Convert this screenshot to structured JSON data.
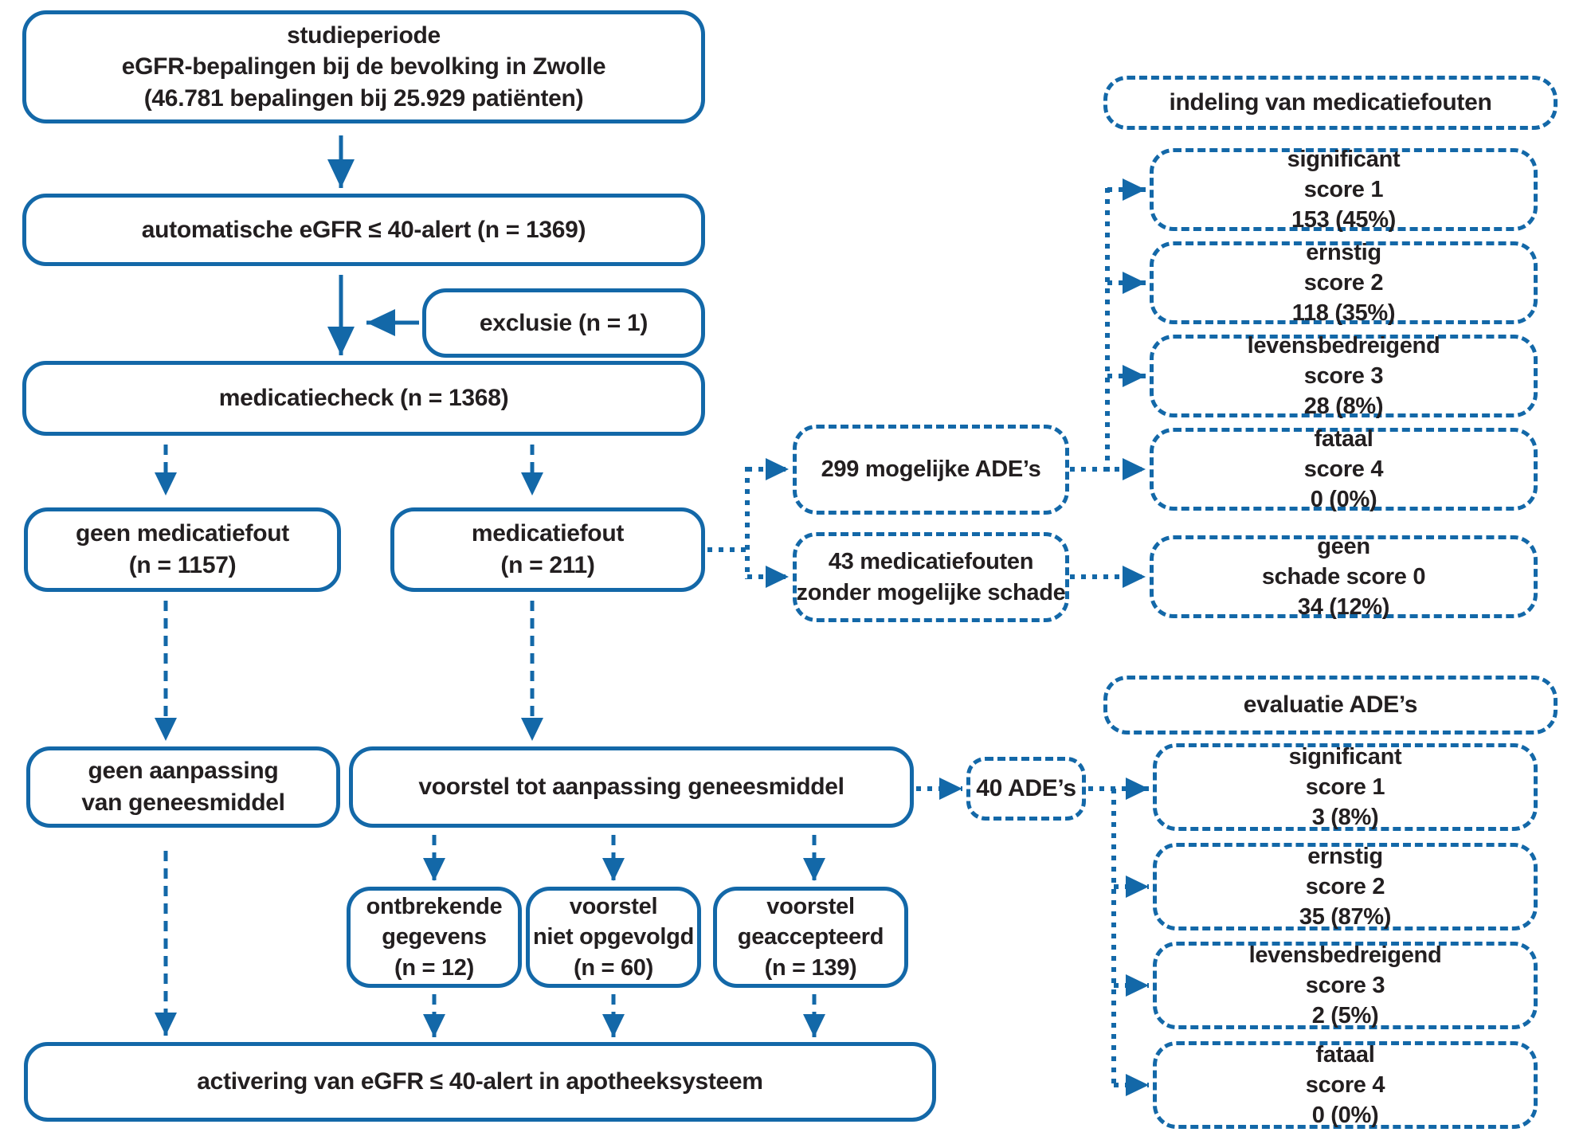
{
  "colors": {
    "line_blue": "#1368a8",
    "text_dark": "#231f20",
    "background": "#ffffff"
  },
  "flowchart": {
    "studieperiode": {
      "lines": [
        "studieperiode",
        "eGFR-bepalingen bij de bevolking in Zwolle",
        "(46.781 bepalingen bij 25.929 patiënten)"
      ]
    },
    "egfr_alert": {
      "lines": [
        "automatische eGFR ≤ 40-alert (n = 1369)"
      ]
    },
    "exclusie": {
      "lines": [
        "exclusie (n = 1)"
      ]
    },
    "medicatiecheck": {
      "lines": [
        "medicatiecheck (n = 1368)"
      ]
    },
    "geen_medicatiefout": {
      "lines": [
        "geen medicatiefout",
        "(n = 1157)"
      ]
    },
    "medicatiefout": {
      "lines": [
        "medicatiefout",
        "(n = 211)"
      ]
    },
    "mogelijke_ades": {
      "lines": [
        "299 mogelijke ADE’s"
      ]
    },
    "fouten_zonder_schade": {
      "lines": [
        "43 medicatiefouten",
        "zonder mogelijke schade"
      ]
    },
    "geen_aanpassing": {
      "lines": [
        "geen aanpassing",
        "van geneesmiddel"
      ]
    },
    "voorstel_aanpassing": {
      "lines": [
        "voorstel tot aanpassing geneesmiddel"
      ]
    },
    "ontbrekende_gegevens": {
      "lines": [
        "ontbrekende",
        "gegevens",
        "(n = 12)"
      ]
    },
    "voorstel_niet_opgevolgd": {
      "lines": [
        "voorstel",
        "niet opgevolgd",
        "(n = 60)"
      ]
    },
    "voorstel_geaccepteerd": {
      "lines": [
        "voorstel",
        "geaccepteerd",
        "(n = 139)"
      ]
    },
    "activering": {
      "lines": [
        "activering van eGFR ≤ 40-alert in apotheeksysteem"
      ]
    },
    "veertig_ades": {
      "lines": [
        "40 ADE’s"
      ]
    },
    "indeling_header": {
      "lines": [
        "indeling van  medicatiefouten"
      ]
    },
    "indeling": [
      {
        "lines": [
          "significant",
          "score 1",
          "153 (45%)"
        ]
      },
      {
        "lines": [
          "ernstig",
          "score 2",
          "118 (35%)"
        ]
      },
      {
        "lines": [
          "levensbedreigend",
          "score 3",
          "28 (8%)"
        ]
      },
      {
        "lines": [
          "fataal",
          "score 4",
          "0 (0%)"
        ]
      },
      {
        "lines": [
          "geen",
          "schade score 0",
          "34 (12%)"
        ]
      }
    ],
    "evaluatie_header": {
      "lines": [
        "evaluatie ADE’s"
      ]
    },
    "evaluatie": [
      {
        "lines": [
          "significant",
          "score 1",
          "3 (8%)"
        ]
      },
      {
        "lines": [
          "ernstig",
          "score 2",
          "35 (87%)"
        ]
      },
      {
        "lines": [
          "levensbedreigend",
          "score 3",
          "2 (5%)"
        ]
      },
      {
        "lines": [
          "fataal",
          "score 4",
          "0 (0%)"
        ]
      }
    ]
  }
}
